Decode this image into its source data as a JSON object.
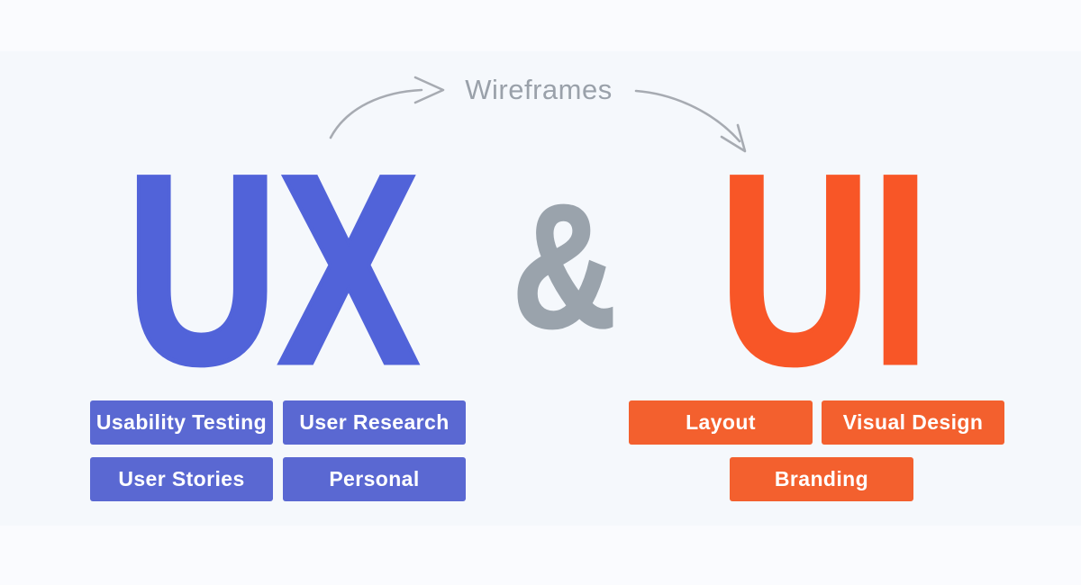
{
  "colors": {
    "bg_main": "#f5f8fc",
    "bg_band": "#fafbfe",
    "ux_title": "#5163d9",
    "ux_tag_bg": "#5a68d2",
    "ui_title": "#f85627",
    "ui_tag_bg": "#f3602e",
    "gray_text": "#9aa1aa",
    "ampersand_color": "#9aa3ac",
    "arrow": "#a7abb2",
    "tag_text": "#ffffff"
  },
  "header": {
    "label": "Wireframes"
  },
  "ux": {
    "title": "UX",
    "tags": [
      "Usability Testing",
      "User Research",
      "User Stories",
      "Personal"
    ]
  },
  "ampersand": {
    "symbol": "&"
  },
  "ui": {
    "title": "UI",
    "tags": [
      "Layout",
      "Visual Design",
      "Branding"
    ]
  }
}
